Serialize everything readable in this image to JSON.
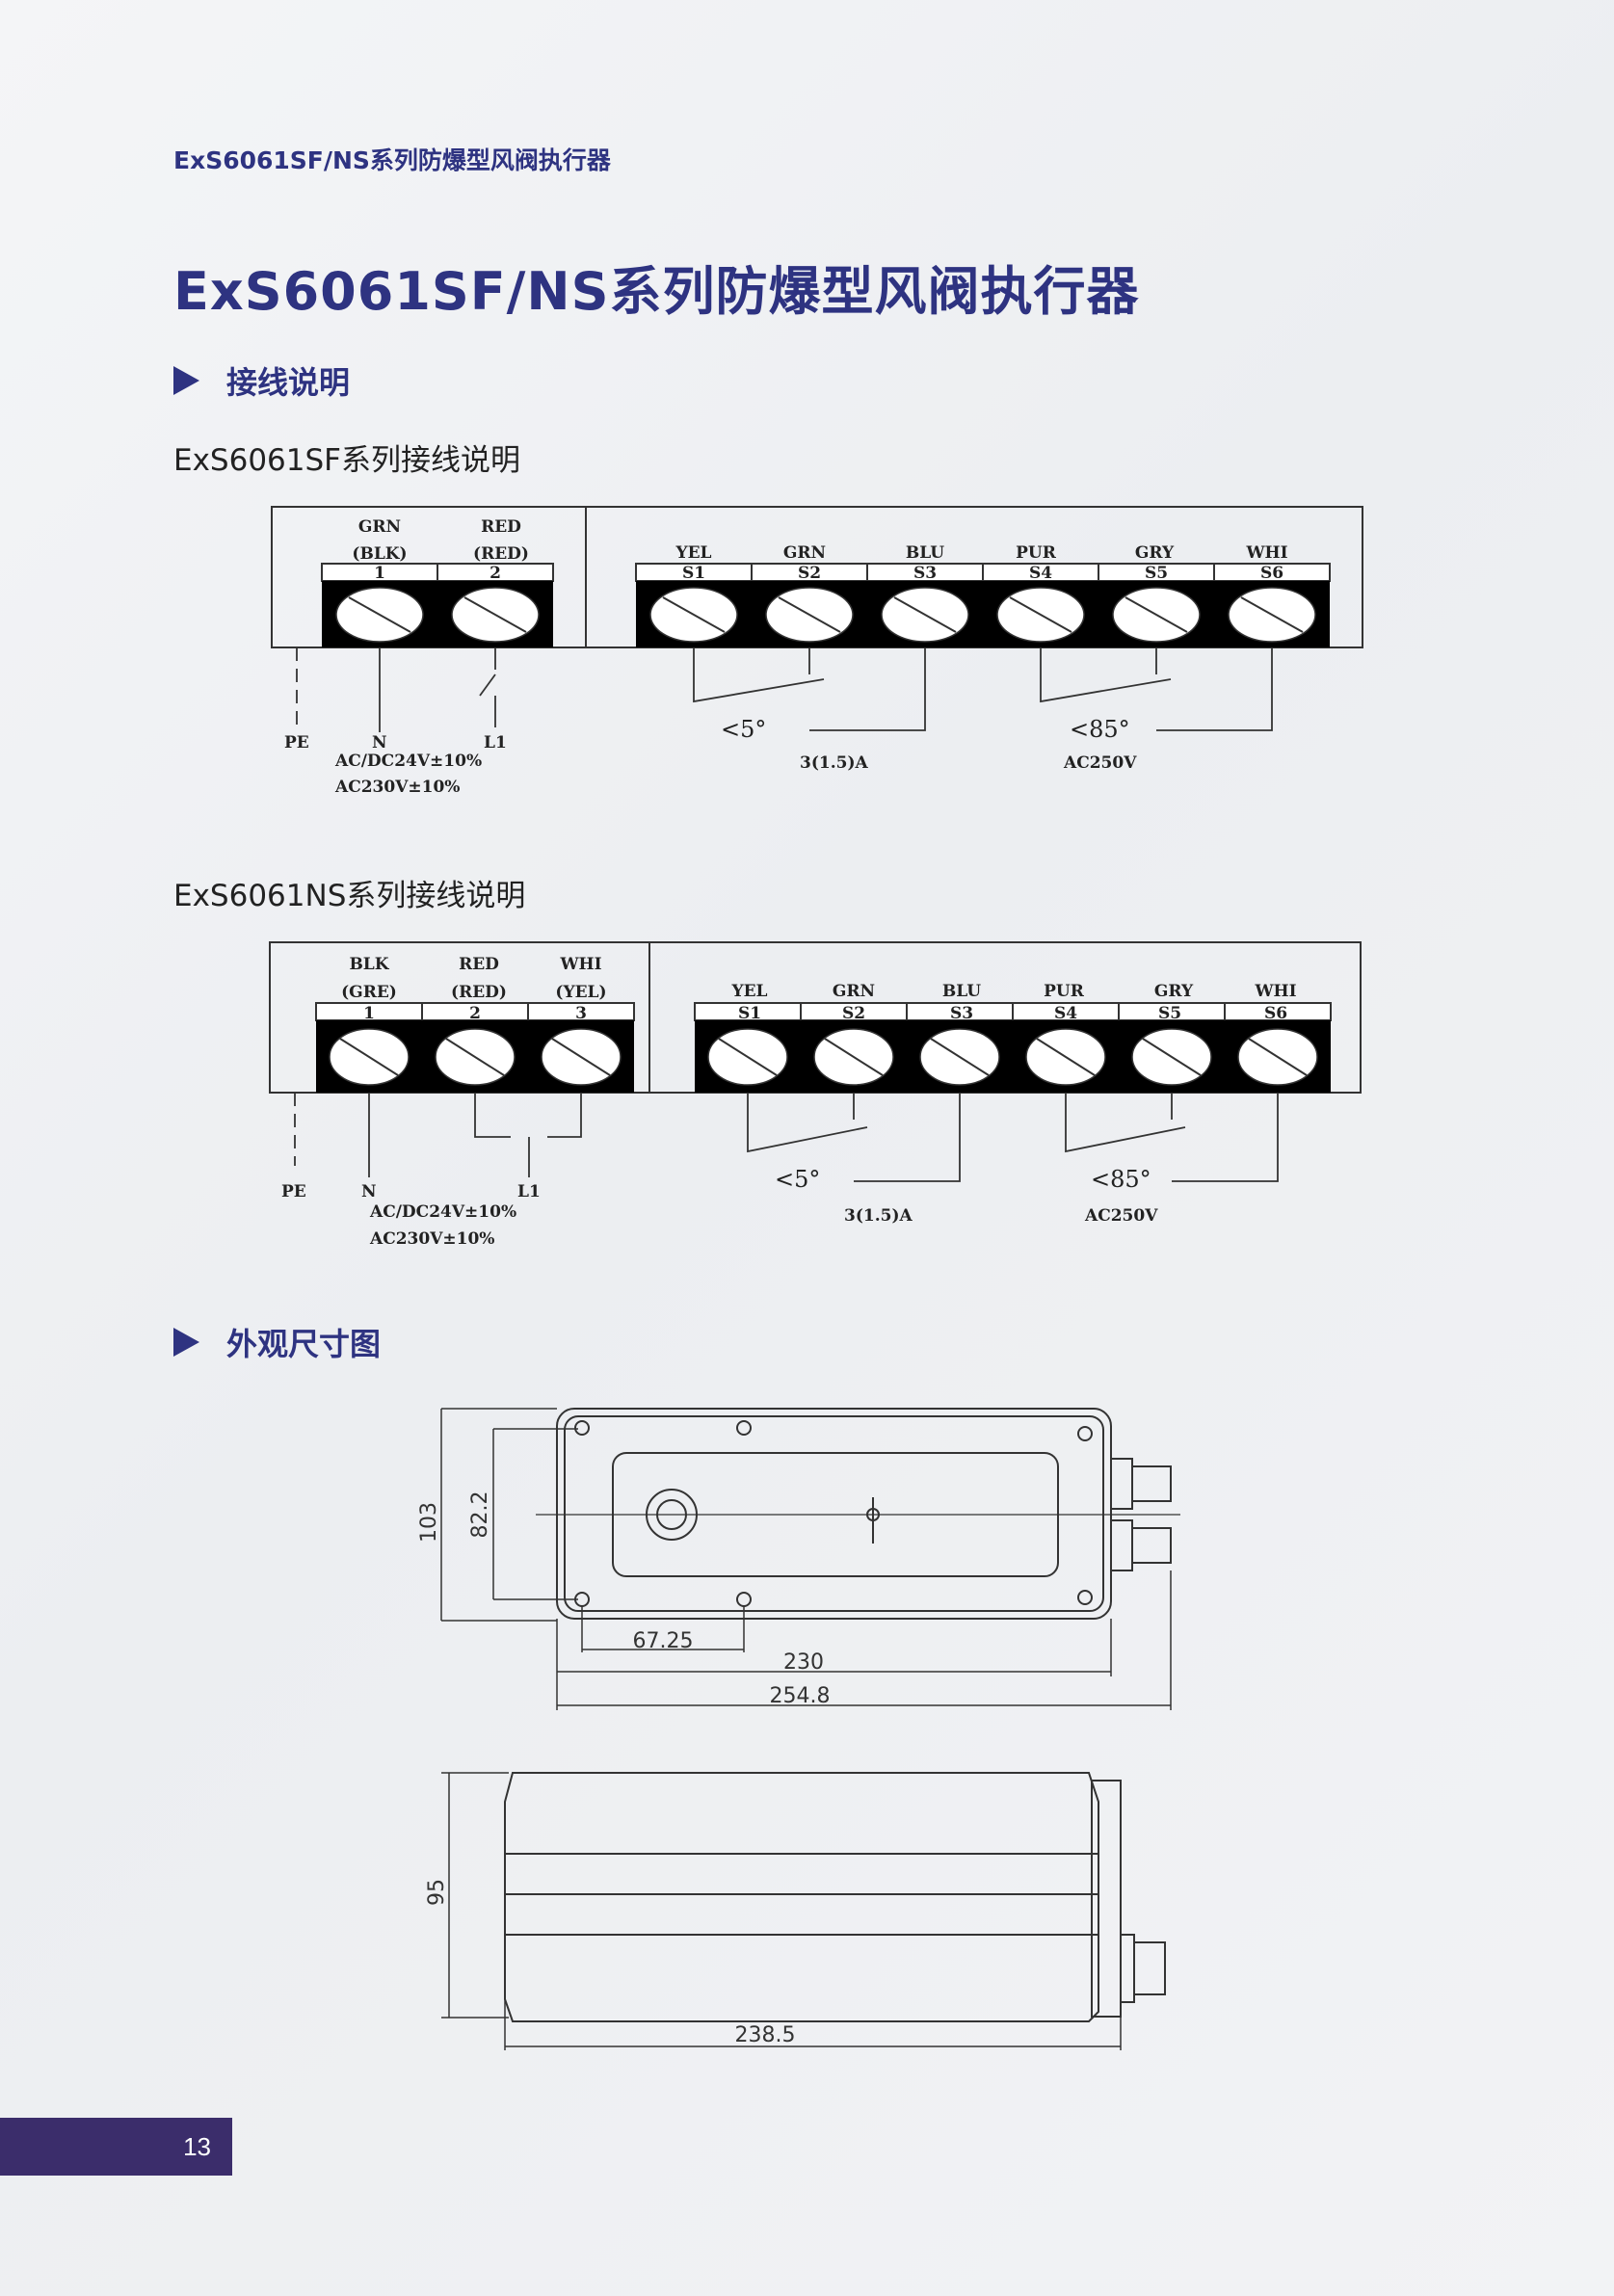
{
  "header": {
    "running_title": "ExS6061SF/NS系列防爆型风阀执行器"
  },
  "title": "ExS6061SF/NS系列防爆型风阀执行器",
  "wiring": {
    "heading": "接线说明",
    "sf": {
      "subtitle": "ExS6061SF系列接线说明",
      "power_terminals": [
        {
          "color": "GRN",
          "alt": "(BLK)",
          "num": "1"
        },
        {
          "color": "RED",
          "alt": "(RED)",
          "num": "2"
        }
      ],
      "switch_terminals": [
        {
          "color": "YEL",
          "num": "S1"
        },
        {
          "color": "GRN",
          "num": "S2"
        },
        {
          "color": "BLU",
          "num": "S3"
        },
        {
          "color": "PUR",
          "num": "S4"
        },
        {
          "color": "GRY",
          "num": "S5"
        },
        {
          "color": "WHI",
          "num": "S6"
        }
      ],
      "labels": {
        "pe": "PE",
        "n": "N",
        "l1": "L1",
        "voltage1": "AC/DC24V±10%",
        "voltage2": "AC230V±10%",
        "angle1": "<5°",
        "angle2": "<85°",
        "current": "3(1.5)A",
        "rating": "AC250V"
      }
    },
    "ns": {
      "subtitle": "ExS6061NS系列接线说明",
      "power_terminals": [
        {
          "color": "BLK",
          "alt": "(GRE)",
          "num": "1"
        },
        {
          "color": "RED",
          "alt": "(RED)",
          "num": "2"
        },
        {
          "color": "WHI",
          "alt": "(YEL)",
          "num": "3"
        }
      ],
      "switch_terminals": [
        {
          "color": "YEL",
          "num": "S1"
        },
        {
          "color": "GRN",
          "num": "S2"
        },
        {
          "color": "BLU",
          "num": "S3"
        },
        {
          "color": "PUR",
          "num": "S4"
        },
        {
          "color": "GRY",
          "num": "S5"
        },
        {
          "color": "WHI",
          "num": "S6"
        }
      ],
      "labels": {
        "pe": "PE",
        "n": "N",
        "l1": "L1",
        "voltage1": "AC/DC24V±10%",
        "voltage2": "AC230V±10%",
        "angle1": "<5°",
        "angle2": "<85°",
        "current": "3(1.5)A",
        "rating": "AC250V"
      }
    }
  },
  "dimensions": {
    "heading": "外观尺寸图",
    "top_view": {
      "height_outer": "103",
      "height_inner": "82.2",
      "hole_spacing": "67.25",
      "width_body": "230",
      "width_total": "254.8"
    },
    "side_view": {
      "height": "95",
      "length": "238.5"
    }
  },
  "footer": {
    "page_number": "13"
  },
  "colors": {
    "accent": "#2e3381",
    "badge": "#3b2d6b"
  }
}
